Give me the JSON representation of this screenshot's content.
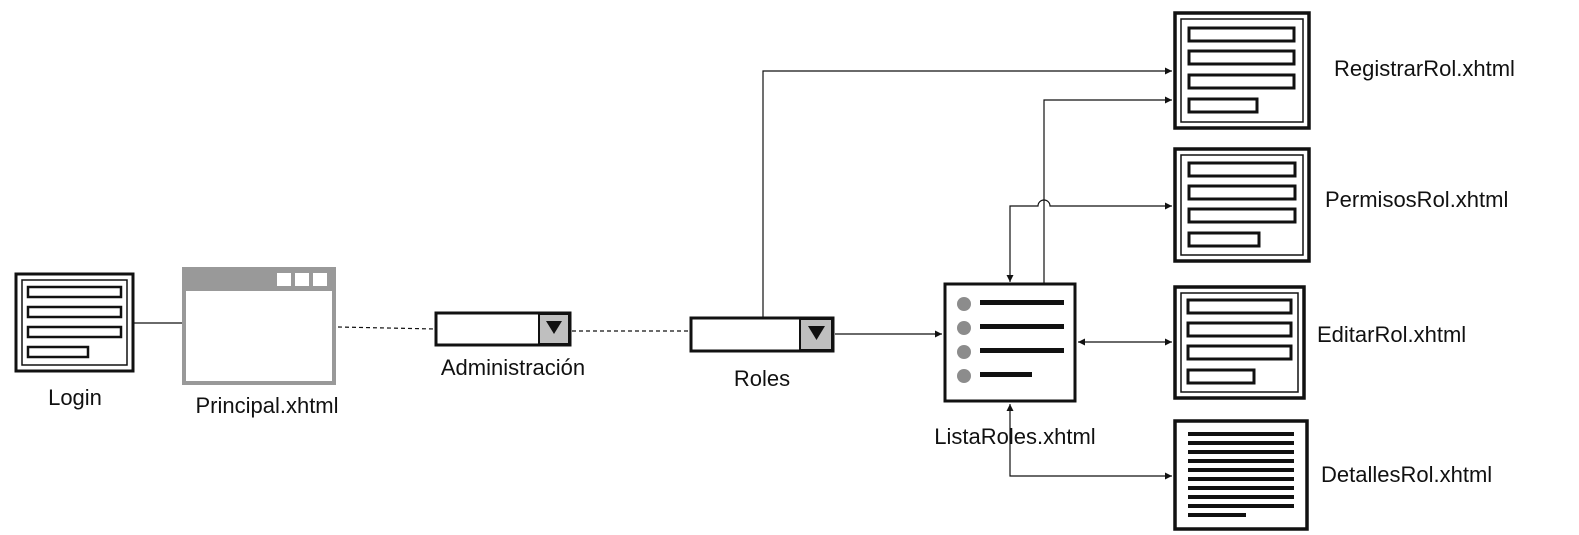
{
  "nodes": {
    "login": "Login",
    "principal": "Principal.xhtml",
    "administracion": "Administración",
    "roles": "Roles",
    "lista_roles": "ListaRoles.xhtml",
    "registrar_rol": "RegistrarRol.xhtml",
    "permisos_rol": "PermisosRol.xhtml",
    "editar_rol": "EditarRol.xhtml",
    "detalles_rol": "DetallesRol.xhtml"
  },
  "icons": {
    "login": "form-page-icon",
    "principal": "window-icon",
    "administracion": "dropdown-icon",
    "roles": "dropdown-icon",
    "lista_roles": "list-page-icon",
    "registrar_rol": "form-page-icon",
    "permisos_rol": "form-page-icon",
    "editar_rol": "form-page-icon",
    "detalles_rol": "text-page-icon"
  },
  "colors": {
    "line": "#111111",
    "window_bar": "#999999",
    "dropdown_button": "#bfbfbf",
    "list_bullet": "#8c8c8c"
  }
}
